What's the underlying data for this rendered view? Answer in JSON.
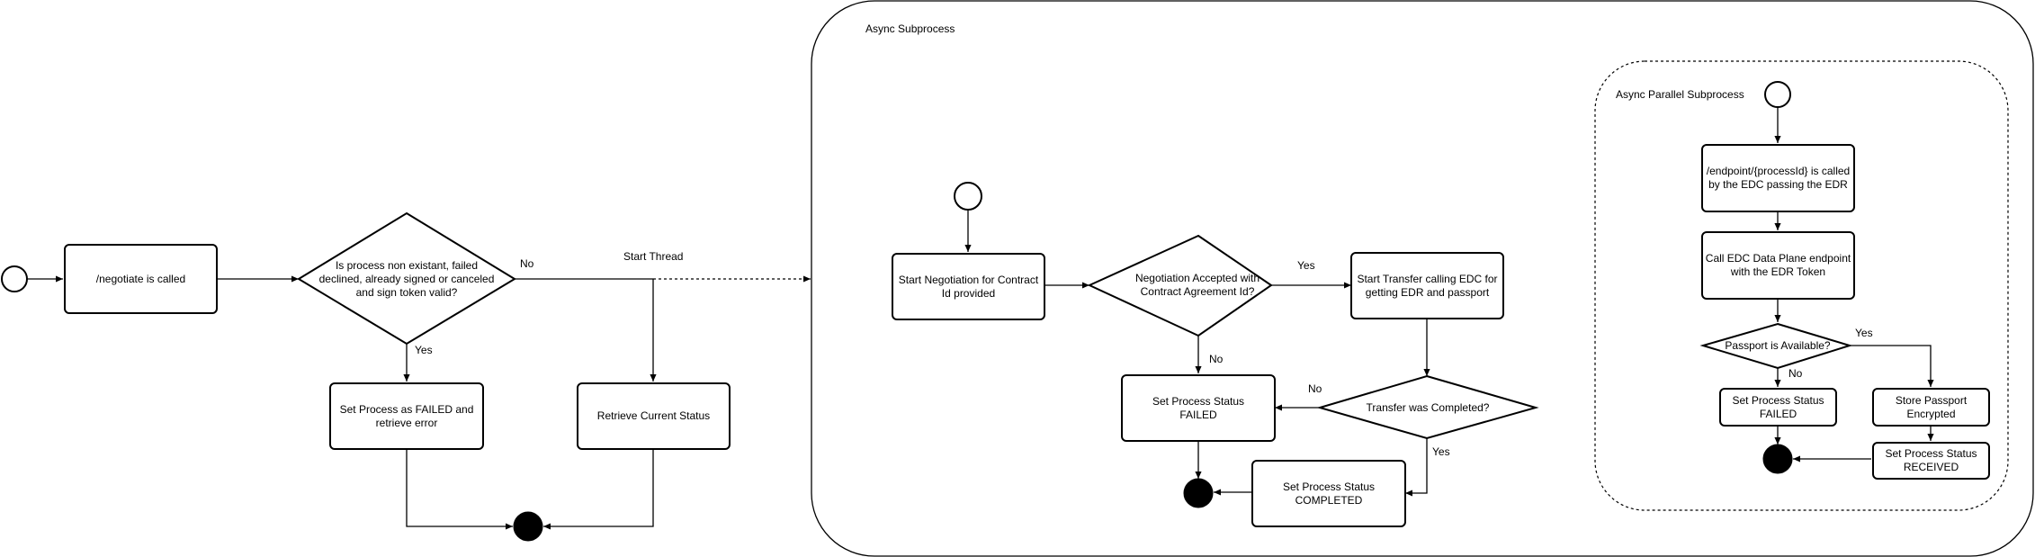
{
  "containers": {
    "async_subprocess": "Async Subprocess",
    "async_parallel_subprocess": "Async Parallel Subprocess"
  },
  "nodes": {
    "negotiate_called": "/negotiate is called",
    "process_check": "Is process non existant, failed\ndeclined, already signed or canceled\nand sign token valid?",
    "set_failed_error": "Set Process as FAILED and\nretrieve error",
    "retrieve_status": "Retrieve Current Status",
    "start_negotiation": "Start Negotiation for Contract\nId provided",
    "negotiation_accepted": "Negotiation Accepted with\nContract Agreement Id?",
    "start_transfer": "Start Transfer calling EDC for\ngetting EDR and passport",
    "set_status_failed_1": "Set Process Status\nFAILED",
    "transfer_completed": "Transfer was Completed?",
    "set_status_completed": "Set Process Status\nCOMPLETED",
    "endpoint_called": "/endpoint/{processId} is called\nby the EDC passing the EDR",
    "call_edc_dataplane": "Call EDC Data Plane endpoint\nwith the EDR Token",
    "passport_available": "Passport is Available?",
    "set_status_failed_2": "Set Process Status\nFAILED",
    "store_passport": "Store Passport\nEncrypted",
    "set_status_received": "Set Process Status\nRECEIVED"
  },
  "edge_labels": {
    "no_1": "No",
    "yes_1": "Yes",
    "start_thread": "Start Thread",
    "yes_2": "Yes",
    "no_2": "No",
    "no_3": "No",
    "yes_3": "Yes",
    "yes_4": "Yes",
    "no_4": "No"
  }
}
